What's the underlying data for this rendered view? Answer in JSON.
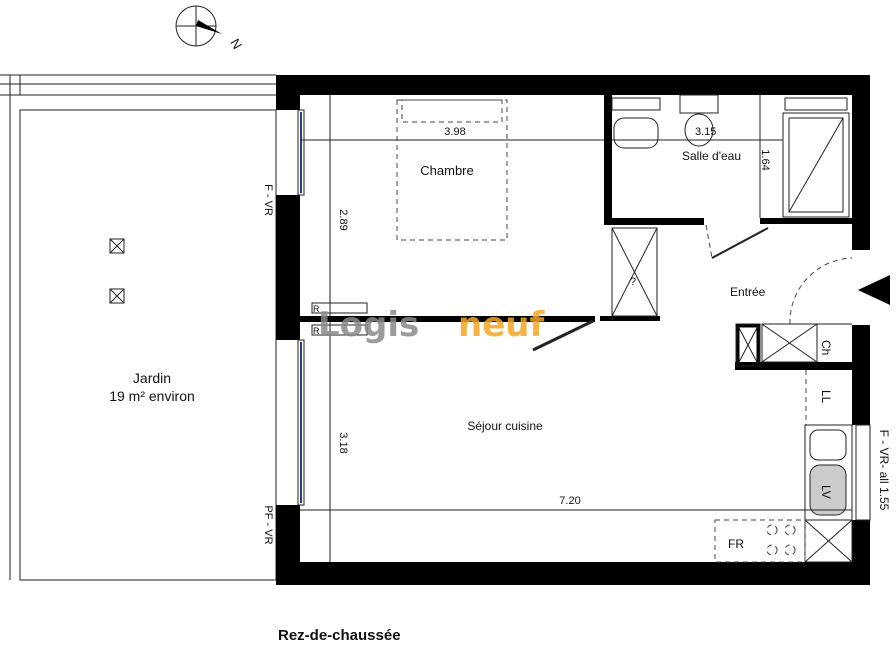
{
  "compass": {
    "north_label": "N"
  },
  "rooms": {
    "chambre": {
      "label": "Chambre",
      "width": "3.98",
      "depth": "2.89"
    },
    "salle_deau": {
      "label": "Salle d'eau",
      "width": "3.15",
      "depth": "1.64"
    },
    "entree": {
      "label": "Entrée"
    },
    "sejour": {
      "label": "Séjour cuisine",
      "width": "7.20",
      "depth": "3.18"
    },
    "jardin": {
      "label": "Jardin",
      "area": "19 m² environ"
    }
  },
  "equipment": {
    "closet": "?",
    "ch": "Ch",
    "ll": "LL",
    "lv": "LV",
    "fr": "FR",
    "radiator_1": "R",
    "radiator_2": "R"
  },
  "openings": {
    "left_top": "F - VR",
    "left_bottom": "PF - VR",
    "right": "F - VR- all 1.55"
  },
  "level_title": "Rez-de-chaussée",
  "watermark": {
    "part1": "Logis",
    "part2": "neuf",
    "color1": "#8a8a8a",
    "color2": "#f5a623"
  }
}
